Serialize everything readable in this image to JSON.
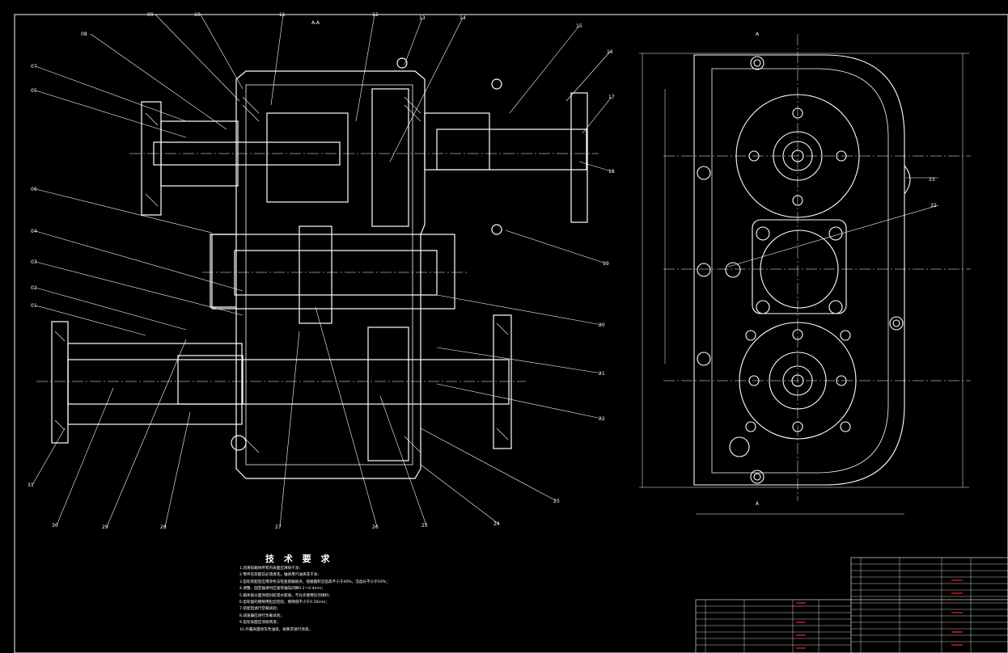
{
  "section_label": "A-A",
  "view_marks": [
    "A",
    "A"
  ],
  "part_labels": [
    "08",
    "09",
    "10",
    "11",
    "12",
    "13",
    "14",
    "15",
    "16",
    "17",
    "18",
    "19",
    "20",
    "21",
    "22",
    "07",
    "06",
    "05",
    "04",
    "03",
    "02",
    "01",
    "31",
    "30",
    "29",
    "28",
    "27",
    "26",
    "25",
    "24",
    "23",
    "32",
    "33"
  ],
  "tech_requirements": {
    "title": "技 术 要 求",
    "items": [
      "1.润滑前箱体所有内表面应清除干净；",
      "2.零件在装配前必须清洗，轴承用汽油清洗干净；",
      "3.齿轮装配后应用涂色法检查接触斑点，接触面积沿齿高不小于40%，沿齿长不小于50%；",
      "4.调整、固定轴承时应留有轴向间隙0.2～0.4mm；",
      "5.箱体剖分面涂密封胶或水玻璃，不允许使用任何填料；",
      "6.齿轮副的侧隙用铅丝检验，侧隙值不小于0.16mm；",
      "7.装配后进行空载试验；",
      "8.减速器应进行负载试验；",
      "9.齿轮表面应涂防锈漆；",
      "10.外露表面涂灰色油漆，按要求进行涂漆。"
    ]
  },
  "colors": {
    "line": "#ffffff",
    "accent": "#ff2020",
    "background": "#000000"
  }
}
